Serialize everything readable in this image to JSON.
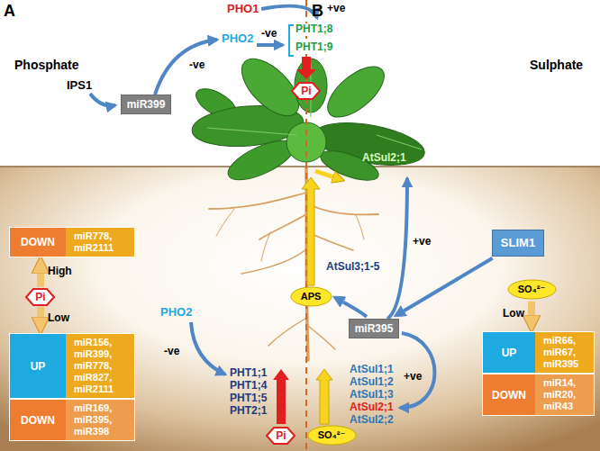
{
  "diagram": {
    "nodes": [
      {
        "text": [
          "miR399"
        ]
      },
      {
        "text": [
          "Pi"
        ]
      },
      {
        "text": [
          "DOWN",
          "miR778, miR2111"
        ]
      },
      {
        "text": [
          "Pi"
        ]
      },
      {
        "text": [
          "UP",
          "miR156, miR399, miR778, miR827, miR2111"
        ]
      },
      {
        "text": [
          "DOWN",
          "miR169, miR395, miR398"
        ]
      },
      {
        "text": [
          "SLIM1"
        ]
      },
      {
        "text": [
          "SO₄²⁻"
        ]
      },
      {
        "text": [
          "APS"
        ]
      },
      {
        "text": [
          "miR395"
        ]
      },
      {
        "text": [
          "UP",
          "miR66, miR67, miR395"
        ]
      },
      {
        "text": [
          "DOWN",
          "miR14, miR20, miR43"
        ]
      },
      {
        "text": [
          "Pi"
        ]
      },
      {
        "text": [
          "SO₄²⁻"
        ]
      }
    ],
    "edges": [
      {
        "from": 3,
        "to": 2,
        "arrow": "to",
        "label": "High"
      },
      {
        "from": 3,
        "to": 4,
        "arrow": "to",
        "label": "Low"
      },
      {
        "from": 6,
        "to": 9,
        "arrow": "to"
      },
      {
        "from": 7,
        "to": 10,
        "arrow": "to",
        "label": "Low"
      },
      {
        "from": 9,
        "to": 8,
        "arrow": "to"
      }
    ],
    "labels": [
      "A",
      "B",
      "Phosphate",
      "Sulphate",
      "PHO1",
      "+ve",
      "PHO2",
      "-ve",
      "PHT1;8",
      "PHT1;9",
      "IPS1",
      "-ve",
      "PHO2",
      "-ve",
      "PHT1;1",
      "PHT1;4",
      "PHT1;5",
      "PHT2;1",
      "AtSul2;1",
      "AtSul3;1-5",
      "+ve",
      "+ve",
      "AtSul1;1",
      "AtSul1;2",
      "AtSul1;3",
      "AtSul2;1",
      "AtSul2;2"
    ]
  }
}
